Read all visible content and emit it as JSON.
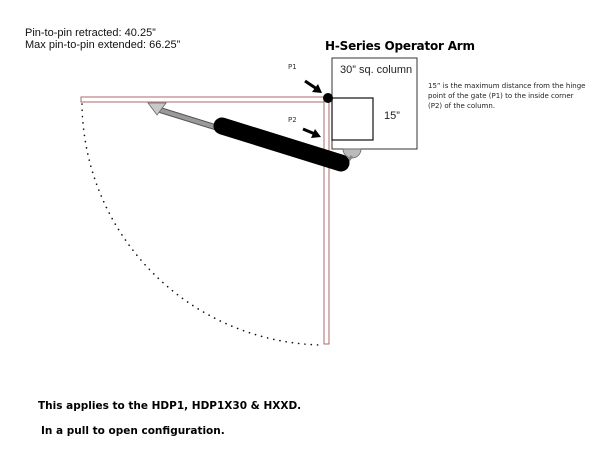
{
  "specs": {
    "retracted": "Pin-to-pin retracted: 40.25”",
    "extended": "Max pin-to-pin extended: 66.25”"
  },
  "title": "H-Series Operator Arm",
  "column": {
    "label": "30” sq. column",
    "inner_dimension": "15”"
  },
  "points": {
    "p1": "P1",
    "p2": "P2"
  },
  "note": "15” is the maximum distance from the hinge point of the gate (P1) to the inside corner (P2) of the column.",
  "footer": {
    "applies_to": "This applies to the HDP1, HDP1X30 & HXXD.",
    "configuration": "In a pull to open configuration."
  },
  "colors": {
    "gate_outline": "#a86a6a",
    "operator_body": "#000000",
    "piston_rod": "#9a9a9a",
    "mount": "#bbbbbb"
  }
}
